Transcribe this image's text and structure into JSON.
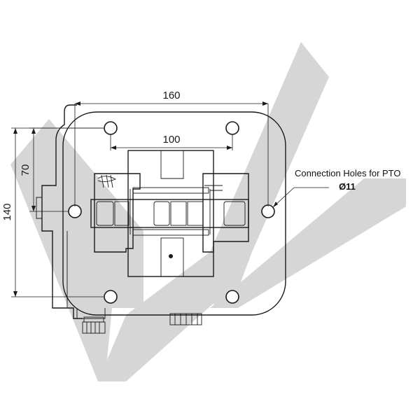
{
  "dimensions": {
    "overall_width": "160",
    "inner_width": "100",
    "half_height": "70",
    "overall_height": "140"
  },
  "callout": {
    "label": "Connection Holes for PTO",
    "diameter": "Ø11"
  },
  "watermark": {
    "color": "#c8c8c8"
  },
  "colors": {
    "line": "#1a1a1a",
    "background": "#ffffff"
  }
}
